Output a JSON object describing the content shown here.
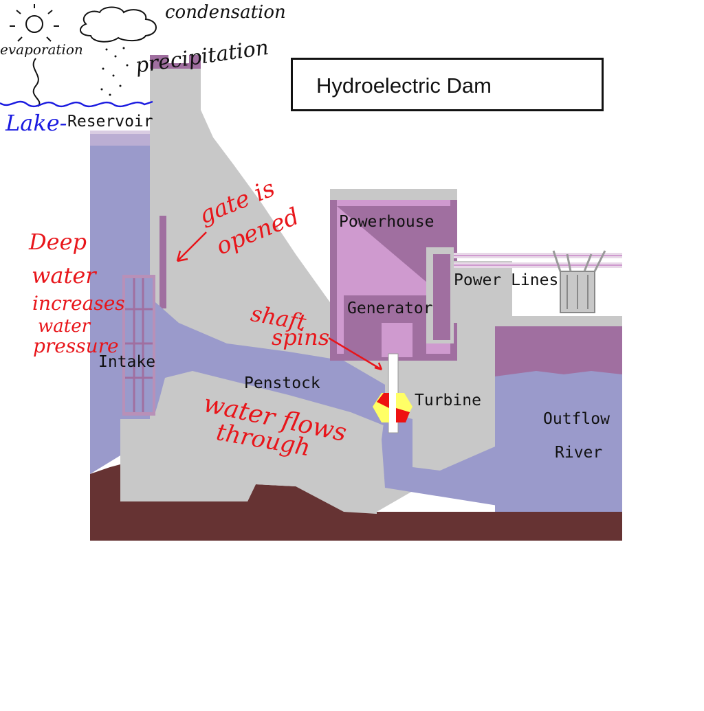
{
  "title": "Hydroelectric Dam",
  "labels": {
    "reservoir": "Reservoir",
    "powerhouse": "Powerhouse",
    "power_lines": "Power Lines",
    "generator": "Generator",
    "intake": "Intake",
    "penstock": "Penstock",
    "turbine": "Turbine",
    "outflow": "Outflow",
    "river": "River"
  },
  "annotations": {
    "condensation": "condensation",
    "evaporation": "evaporation",
    "precipitation": "precipitation",
    "lake": "Lake-",
    "gate_is_opened_1": "gate is",
    "gate_is_opened_2": "opened",
    "deep_water_1": "Deep",
    "deep_water_2": "water",
    "increases_1": "increases",
    "increases_2": "water",
    "increases_3": "pressure",
    "shaft_1": "shaft",
    "shaft_2": "spins",
    "water_flows_1": "water flows",
    "water_flows_2": "through"
  },
  "colors": {
    "water": "#9a9acb",
    "concrete": "#c8c8c8",
    "purple": "#a06fa0",
    "light_purple": "#cf9acf",
    "ground": "#663333",
    "annotation_red": "#e8151a",
    "annotation_blue": "#1a1ae0",
    "turbine_red": "#ee1111",
    "turbine_yellow": "#ffff66"
  }
}
